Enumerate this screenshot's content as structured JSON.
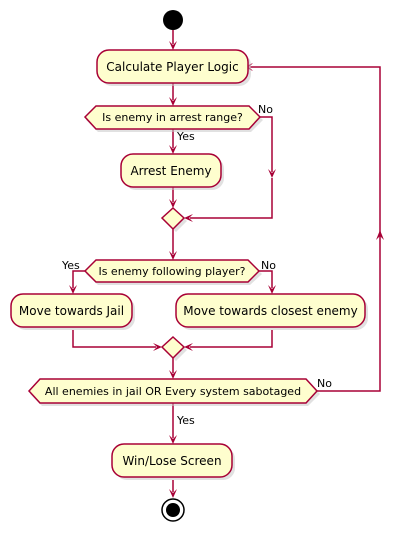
{
  "colors": {
    "node_fill": "#FEFECE",
    "line": "#A80036",
    "start_end": "#000000"
  },
  "activities": {
    "calculate": "Calculate Player Logic",
    "arrest": "Arrest Enemy",
    "jail": "Move towards Jail",
    "closest": "Move towards closest enemy",
    "endscreen": "Win/Lose Screen"
  },
  "conditions": {
    "arrest_range": "Is enemy in arrest range?",
    "following": "Is enemy following player?",
    "end_check": "All enemies in jail OR Every system sabotaged"
  },
  "branches": {
    "arrest_yes": "Yes",
    "arrest_no": "No",
    "follow_yes": "Yes",
    "follow_no": "No",
    "end_no": "No",
    "end_yes": "Yes"
  }
}
